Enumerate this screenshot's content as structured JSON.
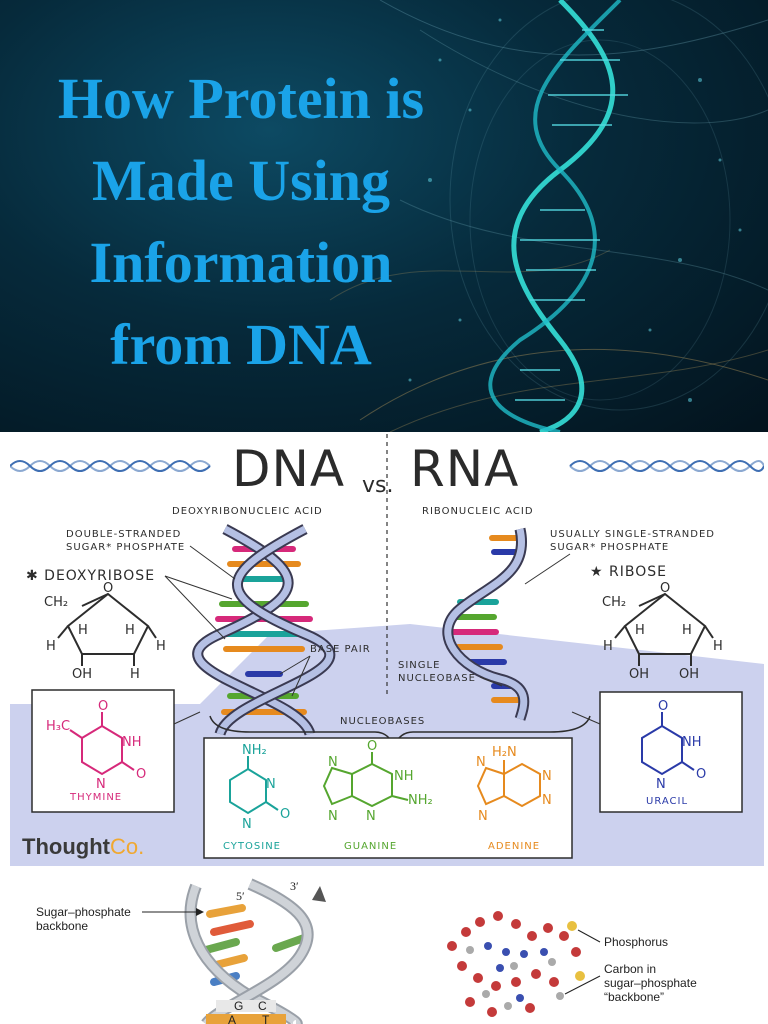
{
  "hero": {
    "title_lines": [
      "How Protein is",
      "Made Using",
      "Information",
      "from DNA"
    ]
  },
  "infographic": {
    "title_left": "DNA",
    "title_vs": "vs.",
    "title_right": "RNA",
    "dna_label": "DEOXYRIBONUCLEIC ACID",
    "rna_label": "RIBONUCLEIC ACID",
    "dna_strand_line1": "DOUBLE-STRANDED",
    "dna_strand_line2": "SUGAR* PHOSPHATE",
    "dna_sugar": "✱ DEOXYRIBOSE",
    "rna_strand_line1": "USUALLY SINGLE-STRANDED",
    "rna_strand_line2": "SUGAR* PHOSPHATE",
    "rna_sugar": "★ RIBOSE",
    "base_pair": "BASE PAIR",
    "single_line1": "SINGLE",
    "single_line2": "NUCLEOBASE",
    "nucleobases": "NUCLEOBASES",
    "thymine": "THYMINE",
    "uracil": "URACIL",
    "cytosine": "CYTOSINE",
    "guanine": "GUANINE",
    "adenine": "ADENINE",
    "brand_a": "Thought",
    "brand_b": "Co.",
    "chem": {
      "ch2": "CH₂",
      "h": "H",
      "oh": "OH",
      "o": "O",
      "n": "N",
      "nh": "NH",
      "nh2": "NH₂",
      "h3c": "H₃C",
      "h2n": "H₂N"
    },
    "colors": {
      "thymine": "#d6297a",
      "uracil": "#2a3aa8",
      "cytosine": "#1aa39a",
      "guanine": "#55a62f",
      "adenine": "#e68a1e",
      "backbone": "#b5c0e4"
    }
  },
  "bottom": {
    "sugar_phosphate_line1": "Sugar–phosphate",
    "sugar_phosphate_line2": "backbone",
    "five_prime": "5′",
    "three_prime": "3′",
    "phosphorus": "Phosphorus",
    "carbon_line1": "Carbon in",
    "carbon_line2": "sugar–phosphate",
    "carbon_line3": "“backbone”",
    "bases": [
      "G",
      "C",
      "A",
      "T"
    ]
  }
}
